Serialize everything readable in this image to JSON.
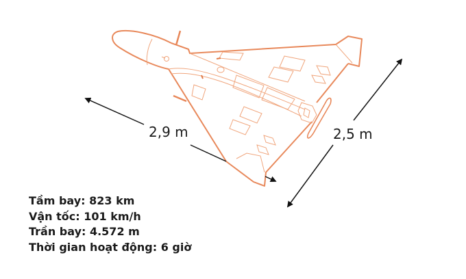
{
  "colors": {
    "drone_outline": "#e8885a",
    "drone_detail": "#f0a57c",
    "arrow": "#111111",
    "text": "#1a1a1a",
    "background": "#ffffff"
  },
  "diagram": {
    "subject": "delta-wing drone outline",
    "dimensions": {
      "length_label": "2,9 m",
      "wingspan_label": "2,5 m"
    }
  },
  "specs": [
    {
      "label": "Tầm bay",
      "value": "823 km",
      "text": "Tầm bay: 823 km"
    },
    {
      "label": "Vận tốc",
      "value": "101 km/h",
      "text": "Vận tốc: 101 km/h"
    },
    {
      "label": "Trần bay",
      "value": "4.572 m",
      "text": "Trần bay: 4.572 m"
    },
    {
      "label": "Thời gian hoạt động",
      "value": "6 giờ",
      "text": "Thời gian hoạt động: 6 giờ"
    }
  ]
}
